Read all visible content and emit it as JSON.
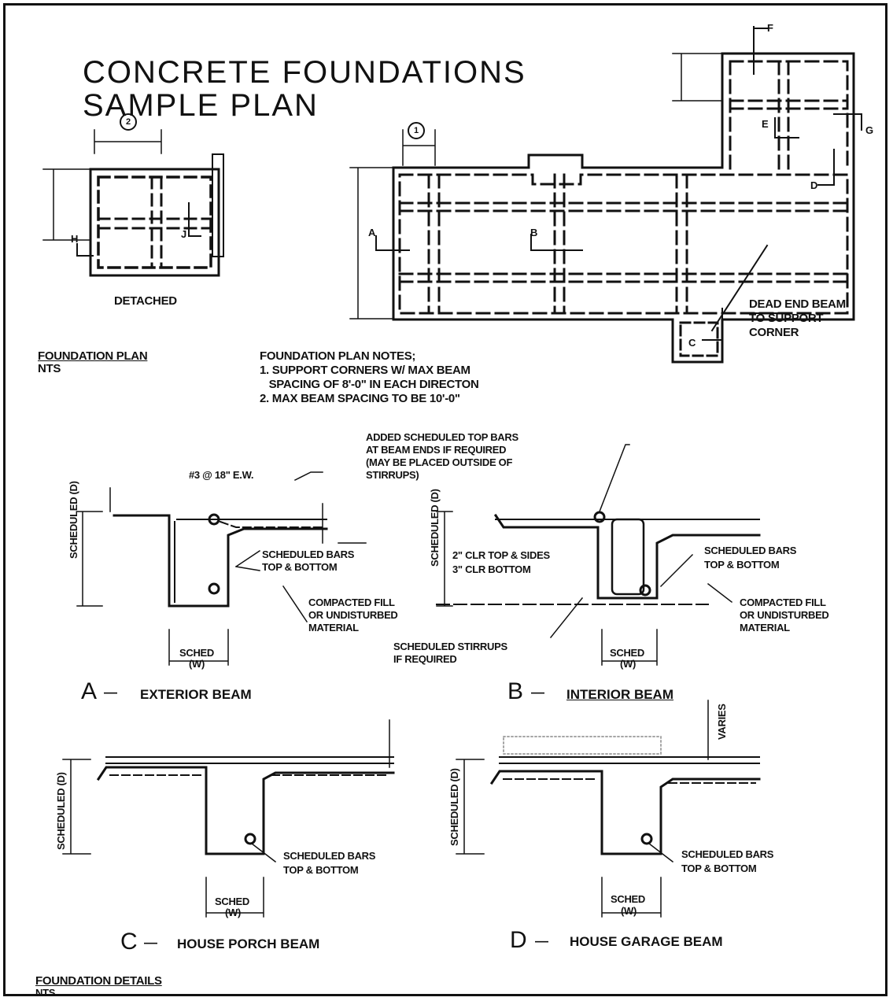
{
  "title": {
    "line1": "CONCRETE FOUNDATIONS",
    "line2": "SAMPLE PLAN"
  },
  "plan": {
    "detached_label": "DETACHED",
    "heading": "FOUNDATION PLAN",
    "heading_scale": "NTS",
    "grid_tags": {
      "one": "1",
      "two": "2"
    },
    "section_marks": {
      "a": "A",
      "b": "B",
      "c": "C",
      "d": "D",
      "e": "E",
      "f": "F",
      "g": "G",
      "h": "H",
      "j": "J"
    },
    "dead_end_note": [
      "DEAD END BEAM",
      "TO SUPPORT",
      "CORNER"
    ],
    "notes_title": "FOUNDATION PLAN NOTES;",
    "notes": [
      "1. SUPPORT CORNERS W/ MAX BEAM",
      "   SPACING OF 8'-0\" IN EACH DIRECTON",
      "2. MAX BEAM SPACING TO BE 10'-0\""
    ]
  },
  "details": {
    "heading": "FOUNDATION DETAILS",
    "heading_scale": "NTS",
    "added_bars_note": [
      "ADDED SCHEDULED TOP BARS",
      "AT BEAM ENDS IF REQUIRED",
      "(MAY BE PLACED OUTSIDE OF",
      "STIRRUPS)"
    ],
    "a": {
      "caption_letter": "A",
      "caption_text": "EXTERIOR BEAM",
      "rebar_note": "#3 @ 18\" E.W.",
      "scheduled_bars": [
        "SCHEDULED BARS",
        "TOP & BOTTOM"
      ],
      "fill_note": [
        "COMPACTED FILL",
        "OR UNDISTURBED",
        "MATERIAL"
      ],
      "stirrups_note": [
        "SCHEDULED STIRRUPS",
        "IF REQUIRED"
      ],
      "depth_label": "SCHEDULED (D)",
      "width_label": [
        "SCHED",
        "(W)"
      ]
    },
    "b": {
      "caption_letter": "B",
      "caption_text": "INTERIOR BEAM",
      "clear_note": [
        "2\" CLR TOP & SIDES",
        "3\" CLR BOTTOM"
      ],
      "scheduled_bars": [
        "SCHEDULED BARS",
        "TOP & BOTTOM"
      ],
      "fill_note": [
        "COMPACTED FILL",
        "OR UNDISTURBED",
        "MATERIAL"
      ],
      "depth_label": "SCHEDULED (D)",
      "width_label": [
        "SCHED",
        "(W)"
      ]
    },
    "c": {
      "caption_letter": "C",
      "caption_text": "HOUSE PORCH BEAM",
      "scheduled_bars": [
        "SCHEDULED BARS",
        "TOP & BOTTOM"
      ],
      "depth_label": "SCHEDULED (D)",
      "width_label": [
        "SCHED",
        "(W)"
      ]
    },
    "d": {
      "caption_letter": "D",
      "caption_text": "HOUSE GARAGE BEAM",
      "scheduled_bars": [
        "SCHEDULED BARS",
        "TOP & BOTTOM"
      ],
      "varies_label": "VARIES",
      "depth_label": "SCHEDULED (D)",
      "width_label": [
        "SCHED",
        "(W)"
      ]
    }
  }
}
